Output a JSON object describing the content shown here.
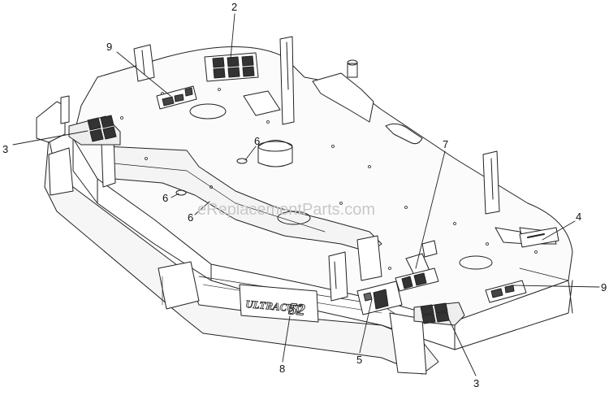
{
  "watermark": "eReplacementParts.com",
  "deck_branding": {
    "name": "ULTRACUT",
    "size": "52"
  },
  "callouts": [
    {
      "id": "c2-top",
      "label": "2"
    },
    {
      "id": "c9-left",
      "label": "9"
    },
    {
      "id": "c3-left",
      "label": "3"
    },
    {
      "id": "c6-a",
      "label": "6"
    },
    {
      "id": "c6-b",
      "label": "6"
    },
    {
      "id": "c6-c",
      "label": "6"
    },
    {
      "id": "c7",
      "label": "7"
    },
    {
      "id": "c4",
      "label": "4"
    },
    {
      "id": "c9-right",
      "label": "9"
    },
    {
      "id": "c8",
      "label": "8"
    },
    {
      "id": "c5",
      "label": "5"
    },
    {
      "id": "c3-bottom",
      "label": "3"
    }
  ]
}
